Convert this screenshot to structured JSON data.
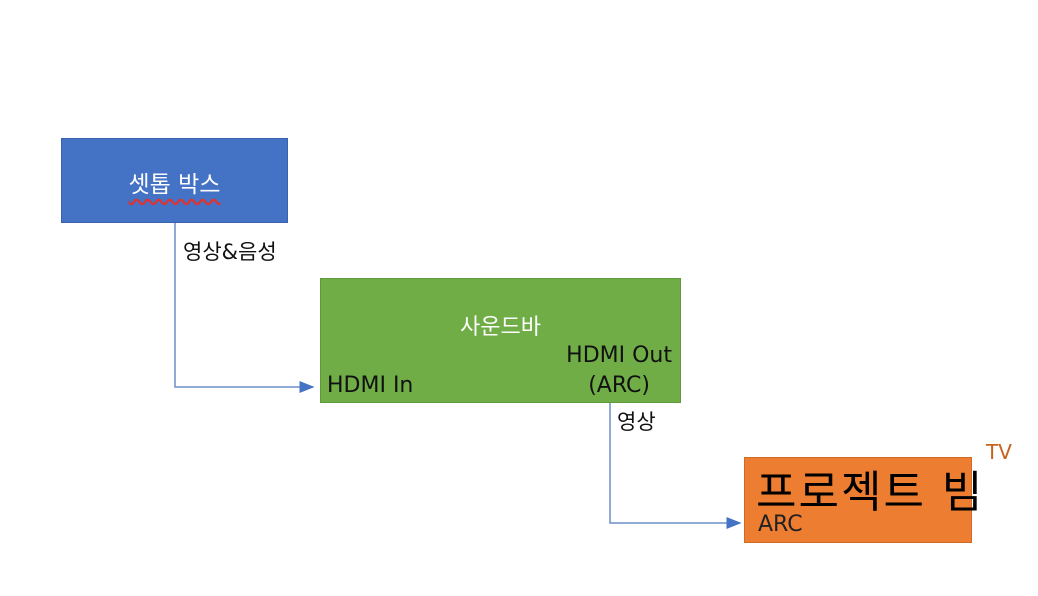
{
  "nodes": {
    "settop": {
      "label": "셋톱 박스",
      "color": "#4472c4"
    },
    "soundbar": {
      "label": "사운드바",
      "port_in": "HDMI In",
      "port_out_line1": "HDMI Out",
      "port_out_line2": "(ARC)",
      "color": "#70ad47"
    },
    "projector": {
      "label": "프로젝트 빔",
      "sublabel": "TV",
      "port": "ARC",
      "color": "#ed7d31"
    }
  },
  "edges": [
    {
      "from": "settop",
      "to": "soundbar",
      "label": "영상&음성"
    },
    {
      "from": "soundbar",
      "to": "projector",
      "label": "영상"
    }
  ],
  "connector_color": "#4472c4"
}
